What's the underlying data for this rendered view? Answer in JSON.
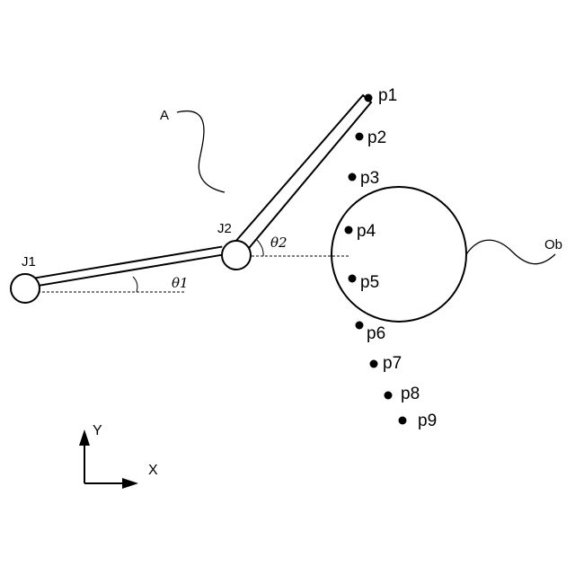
{
  "labels": {
    "j1": "J1",
    "j2": "J2",
    "arm": "A",
    "obstacle": "Ob",
    "theta1": "θ1",
    "theta2": "θ2",
    "axis_x": "X",
    "axis_y": "Y"
  },
  "points": [
    "p1",
    "p2",
    "p3",
    "p4",
    "p5",
    "p6",
    "p7",
    "p8",
    "p9"
  ]
}
